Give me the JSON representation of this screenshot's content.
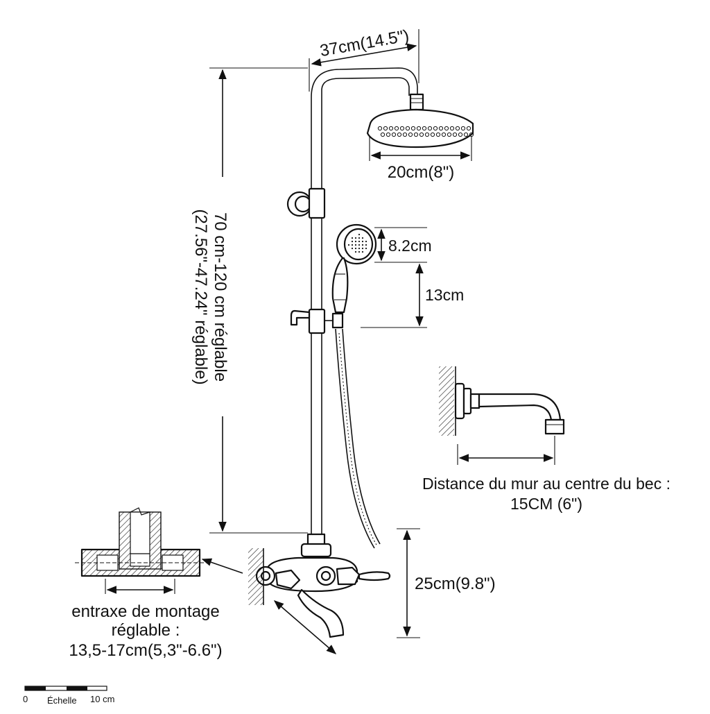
{
  "dimensions": {
    "arm_reach": "37cm(14.5\")",
    "shower_head_diameter": "20cm(8\")",
    "height_adjust_line1": "70 cm-120 cm réglable",
    "height_adjust_line2": "(27.56\"-47.24\" réglable)",
    "handshower_head": "8.2cm",
    "handshower_handle": "13cm",
    "mixer_height": "25cm(9.8\")"
  },
  "spout_note": {
    "line1": "Distance du mur au centre du bec :",
    "line2": "15CM (6\")"
  },
  "mounting_note": {
    "line1": "entraxe de montage",
    "line2": "réglable :",
    "line3": "13,5-17cm(5,3\"-6.6\")"
  },
  "scale_bar": {
    "start": "0",
    "label": "Échelle",
    "end": "10 cm"
  },
  "colors": {
    "line": "#111111",
    "background": "#ffffff"
  }
}
